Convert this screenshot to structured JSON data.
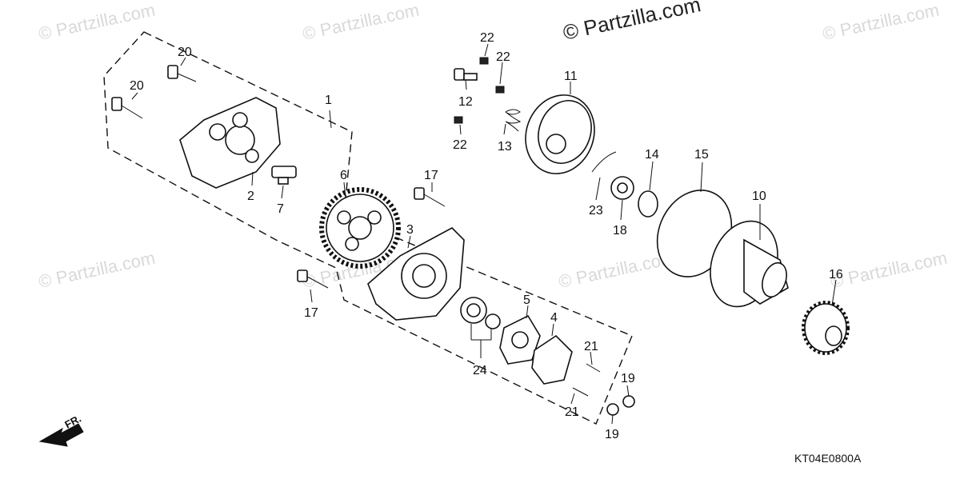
{
  "diagram": {
    "watermark_main": "© Partzilla.com",
    "watermark_faint": "© Partzilla.com",
    "diagram_code": "KT04E0800A",
    "direction_label": "FR.",
    "callouts": {
      "c1": "1",
      "c2": "2",
      "c3": "3",
      "c4": "4",
      "c5": "5",
      "c6": "6",
      "c7": "7",
      "c10": "10",
      "c11": "11",
      "c12": "12",
      "c13": "13",
      "c14": "14",
      "c15": "15",
      "c16": "16",
      "c17a": "17",
      "c17b": "17",
      "c18": "18",
      "c19a": "19",
      "c19b": "19",
      "c20a": "20",
      "c20b": "20",
      "c21a": "21",
      "c21b": "21",
      "c22a": "22",
      "c22b": "22",
      "c22c": "22",
      "c23": "23",
      "c24": "24"
    }
  }
}
